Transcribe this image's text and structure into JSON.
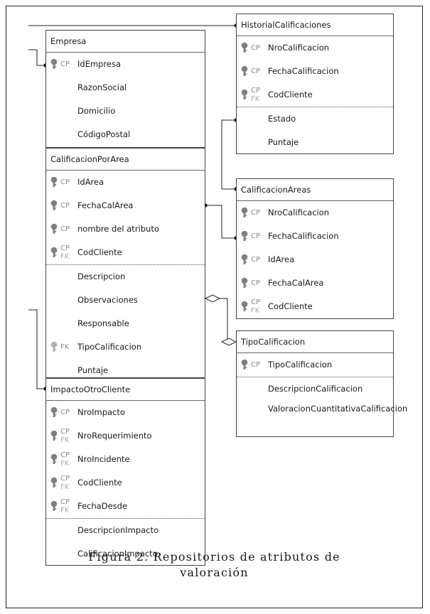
{
  "entities": {
    "empresa": {
      "title": "Empresa",
      "fields": [
        {
          "key": "CP",
          "name": "IdEmpresa"
        },
        {
          "key": "",
          "name": "RazonSocial"
        },
        {
          "key": "",
          "name": "Domicilio"
        },
        {
          "key": "",
          "name": "CódigoPostal"
        }
      ]
    },
    "calificacion_por_area": {
      "title": "CalificacionPorArea",
      "fields": [
        {
          "key": "CP",
          "name": "IdArea"
        },
        {
          "key": "CP",
          "name": "FechaCalArea"
        },
        {
          "key": "CP",
          "name": "nombre del atributo"
        },
        {
          "key": "CP FK",
          "name": "CodCliente"
        },
        {
          "key": "",
          "name": "Descripcion"
        },
        {
          "key": "",
          "name": "Observaciones"
        },
        {
          "key": "",
          "name": "Responsable"
        },
        {
          "key": "FK",
          "name": "TipoCalificacion"
        },
        {
          "key": "",
          "name": "Puntaje"
        }
      ]
    },
    "impacto_otro_cliente": {
      "title": "ImpactoOtroCliente",
      "fields": [
        {
          "key": "CP",
          "name": "NroImpacto"
        },
        {
          "key": "CP FK",
          "name": "NroRequerimiento"
        },
        {
          "key": "CP FK",
          "name": "NroIncidente"
        },
        {
          "key": "CP FK",
          "name": "CodCliente"
        },
        {
          "key": "CP FK",
          "name": "FechaDesde"
        },
        {
          "key": "",
          "name": "DescripcionImpacto"
        },
        {
          "key": "",
          "name": "CalificacionImpacto"
        }
      ]
    },
    "historial_calificaciones": {
      "title": "HistorialCalificaciones",
      "fields": [
        {
          "key": "CP",
          "name": "NroCalificacion"
        },
        {
          "key": "CP",
          "name": "FechaCalificacion"
        },
        {
          "key": "CP FK",
          "name": "CodCliente"
        },
        {
          "key": "",
          "name": "Estado"
        },
        {
          "key": "",
          "name": "Puntaje"
        }
      ]
    },
    "calificacion_areas": {
      "title": "CalificacionAreas",
      "fields": [
        {
          "key": "CP",
          "name": "NroCalificacion"
        },
        {
          "key": "CP",
          "name": "FechaCalificacion"
        },
        {
          "key": "CP",
          "name": "IdArea"
        },
        {
          "key": "CP",
          "name": "FechaCalArea"
        },
        {
          "key": "CP FK",
          "name": "CodCliente"
        }
      ]
    },
    "tipo_calificacion": {
      "title": "TipoCalificacion",
      "fields": [
        {
          "key": "CP",
          "name": "TipoCalificacion"
        },
        {
          "key": "",
          "name": "DescripcionCalificacion"
        },
        {
          "key": "",
          "name": "ValoracionCuantitativaCalificacion"
        }
      ]
    }
  },
  "caption": {
    "line1": "Figura 2. Repositorios de atributos de",
    "line2": "valoración"
  },
  "colors": {
    "key_dark": "#7f7f7f",
    "key_light": "#b0b0b0"
  }
}
